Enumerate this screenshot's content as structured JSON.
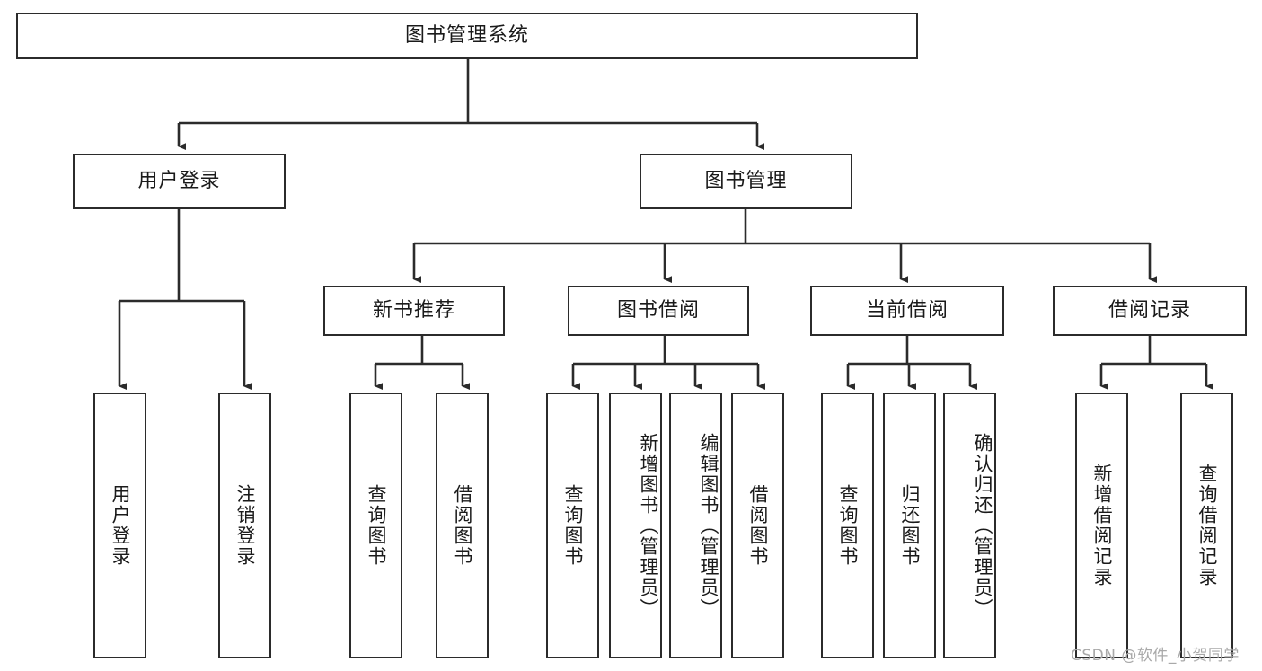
{
  "diagram": {
    "title": "图书管理系统",
    "type": "tree-hierarchy-diagram",
    "root": {
      "id": "root",
      "label": "图书管理系统"
    },
    "level2": [
      {
        "id": "user-login",
        "label": "用户登录"
      },
      {
        "id": "book-management",
        "label": "图书管理"
      }
    ],
    "level3": [
      {
        "id": "new-book-recommend",
        "label": "新书推荐",
        "parent": "book-management"
      },
      {
        "id": "book-borrow",
        "label": "图书借阅",
        "parent": "book-management"
      },
      {
        "id": "current-borrow",
        "label": "当前借阅",
        "parent": "book-management"
      },
      {
        "id": "borrow-record",
        "label": "借阅记录",
        "parent": "book-management"
      }
    ],
    "leaves": {
      "user_login": [
        {
          "id": "leaf-user-login",
          "label": "用户登录"
        },
        {
          "id": "leaf-user-logout",
          "label": "注销登录"
        }
      ],
      "new_book_recommend": [
        {
          "id": "leaf-query-book-1",
          "label": "查询图书"
        },
        {
          "id": "leaf-borrow-book-1",
          "label": "借阅图书"
        }
      ],
      "book_borrow": [
        {
          "id": "leaf-query-book-2",
          "label": "查询图书"
        },
        {
          "id": "leaf-add-book",
          "label": "新增图书（管理员）"
        },
        {
          "id": "leaf-edit-book",
          "label": "编辑图书（管理员）"
        },
        {
          "id": "leaf-borrow-book-2",
          "label": "借阅图书"
        }
      ],
      "current_borrow": [
        {
          "id": "leaf-query-book-3",
          "label": "查询图书"
        },
        {
          "id": "leaf-return-book",
          "label": "归还图书"
        },
        {
          "id": "leaf-confirm-return",
          "label": "确认归还（管理员）"
        }
      ],
      "borrow_record": [
        {
          "id": "leaf-add-record",
          "label": "新增借阅记录"
        },
        {
          "id": "leaf-query-record",
          "label": "查询借阅记录"
        }
      ]
    },
    "watermark": "CSDN @软件_小贺同学",
    "colors": {
      "stroke": "#2b2b2b",
      "fill": "#ffffff",
      "text": "#1a1a1a",
      "watermark": "#a9a9a9"
    }
  }
}
